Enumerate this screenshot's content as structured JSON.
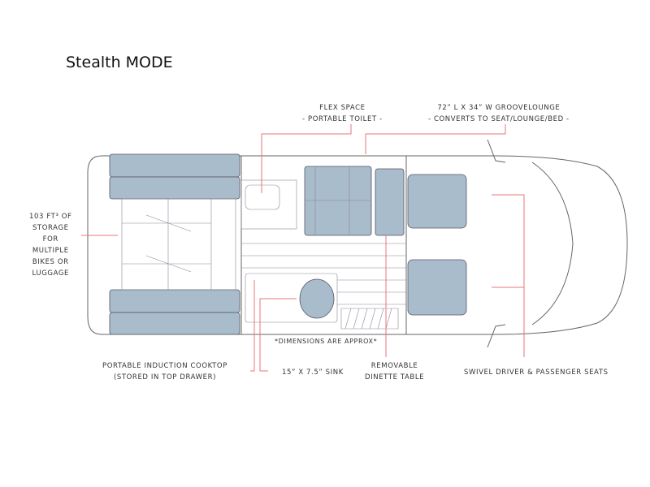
{
  "title": "Stealth MODE",
  "labels": {
    "flex_space": [
      "FLEX SPACE",
      "- PORTABLE TOILET -"
    ],
    "groovelounge": [
      "72” L X 34” W GROOVELOUNGE",
      "- CONVERTS TO SEAT/LOUNGE/BED -"
    ],
    "storage": [
      "103 FT³ OF",
      "STORAGE",
      "FOR",
      "MULTIPLE",
      "BIKES OR",
      "LUGGAGE"
    ],
    "cooktop": [
      "PORTABLE INDUCTION COOKTOP",
      "(STORED IN TOP DRAWER)"
    ],
    "sink": "15” X 7.5” SINK",
    "dinette": [
      "REMOVABLE",
      "DINETTE TABLE"
    ],
    "seats": "SWIVEL DRIVER & PASSENGER SEATS",
    "dimensions_note": "*DIMENSIONS ARE APPROX*"
  },
  "colors": {
    "furniture": "#a9bccb",
    "callout": "#e8757a",
    "line": "#555555"
  }
}
